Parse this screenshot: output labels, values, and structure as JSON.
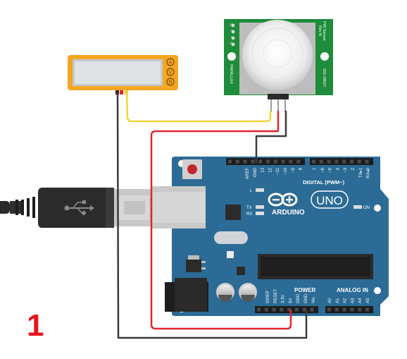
{
  "step_number": "1",
  "lcd": {
    "buttons": [
      "A",
      "V",
      "B"
    ],
    "colors": {
      "frame": "#f5a623",
      "screen": "#dfe3e6"
    }
  },
  "pir_sensor": {
    "pin_letters": [
      "S",
      "+",
      "-",
      "L"
    ],
    "title_lines": [
      "PIR Sensor",
      "Rev B"
    ],
    "brand": "PARALLAX",
    "part_number": "555-28027",
    "colors": {
      "board": "#1e8c3a"
    }
  },
  "arduino": {
    "brand": "ARDUINO",
    "model": "UNO",
    "digital_label": "DIGITAL (PWM~)",
    "power_label": "POWER",
    "analog_label": "ANALOG IN",
    "led_labels": {
      "l": "L",
      "tx": "TX",
      "rx": "RX",
      "on": "ON"
    },
    "header_top_left": [
      "AREF",
      "GND",
      "13",
      "12",
      "~11",
      "~10",
      "~9",
      "8"
    ],
    "header_top_right": [
      "7",
      "~6",
      "~5",
      "4",
      "~3",
      "2",
      "TX▸1",
      "RX◂0"
    ],
    "power_pins": [
      "IOREF",
      "RESET",
      "3.3V",
      "5V",
      "GND",
      "GND",
      "Vin"
    ],
    "analog_pins": [
      "A0",
      "A1",
      "A2",
      "A3",
      "A4",
      "A5"
    ],
    "colors": {
      "board": "#2b6b96"
    }
  },
  "wire_colors": {
    "black": "#3a3a3a",
    "red": "#e2252b",
    "yellow": "#f0d43a"
  }
}
